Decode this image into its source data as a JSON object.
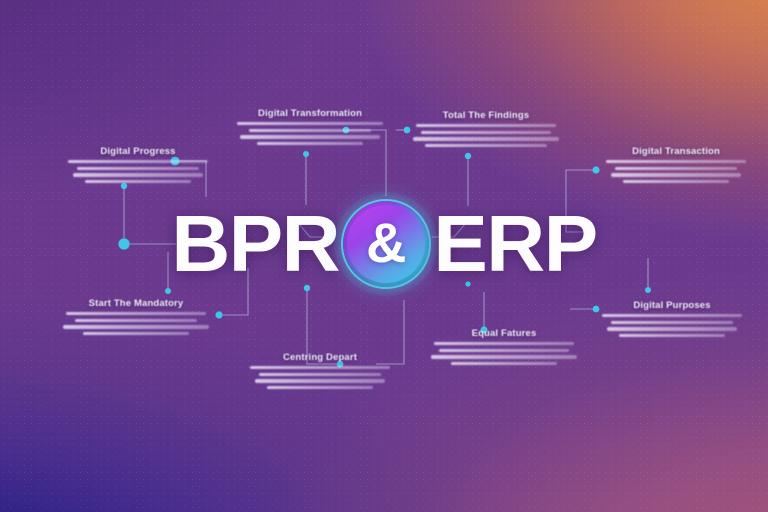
{
  "banner": {
    "title": {
      "left_word": "BPR",
      "connector_symbol": "&",
      "right_word": "ERP"
    },
    "palette": {
      "top_left": "#4c2a7d",
      "top_right": "#ef8145",
      "bottom_left": "#2b218a",
      "bottom_right": "#b55f77",
      "node_cyan": "#3fc6e8",
      "line_color": "#b9c6e8",
      "title_white": "#fdfcff",
      "amp_magenta": "#c23ff0",
      "amp_cyan": "#32d6ee"
    },
    "notes": [
      {
        "id": "note-top-left",
        "heading": "Digital Progress",
        "lines": [
          "",
          "",
          "",
          ""
        ]
      },
      {
        "id": "note-top-center",
        "heading": "Digital Transformation",
        "lines": [
          "",
          "",
          "",
          ""
        ]
      },
      {
        "id": "note-top-right-inner",
        "heading": "Total The Findings",
        "lines": [
          "",
          "",
          "",
          ""
        ]
      },
      {
        "id": "note-top-right",
        "heading": "Digital Transaction",
        "lines": [
          "",
          "",
          "",
          ""
        ]
      },
      {
        "id": "note-bottom-left",
        "heading": "Start The Mandatory",
        "lines": [
          "",
          "",
          "",
          ""
        ]
      },
      {
        "id": "note-bottom-center",
        "heading": "Centring Depart",
        "lines": [
          "",
          "",
          "",
          ""
        ]
      },
      {
        "id": "note-bottom-center-right",
        "heading": "Equal Fatures",
        "lines": [
          "",
          "",
          "",
          ""
        ]
      },
      {
        "id": "note-bottom-right",
        "heading": "Digital Purposes",
        "lines": [
          "",
          "",
          "",
          ""
        ]
      }
    ]
  }
}
